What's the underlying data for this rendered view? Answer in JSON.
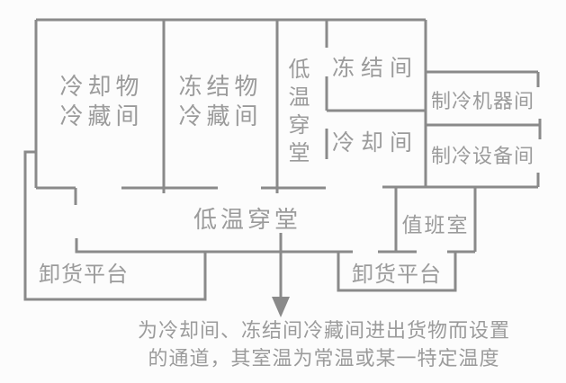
{
  "rooms": {
    "chilled_goods_storage": {
      "line1": "冷却物",
      "line2": "冷藏间"
    },
    "frozen_goods_storage": {
      "line1": "冻结物",
      "line2": "冷藏间"
    },
    "corridor_vertical": {
      "label": "低温穿堂"
    },
    "freezing_room": {
      "label": "冻结间"
    },
    "cooling_room": {
      "label": "冷却间"
    },
    "refrigeration_machine_room": {
      "label": "制冷机器间"
    },
    "refrigeration_equipment_room": {
      "label": "制冷设备间"
    },
    "corridor_horizontal": {
      "label": "低温穿堂"
    },
    "duty_room": {
      "label": "值班室"
    }
  },
  "platforms": {
    "left": {
      "label": "卸货平台"
    },
    "right": {
      "label": "卸货平台"
    }
  },
  "annotation": {
    "line1": "为冷却间、冻结间冷藏间进出货物而设置",
    "line2": "的通道，其室温为常温或某一特定温度"
  },
  "colors": {
    "wall": "#8a8a8a",
    "text": "#9b9b9b",
    "background": "#fcfcfc"
  }
}
